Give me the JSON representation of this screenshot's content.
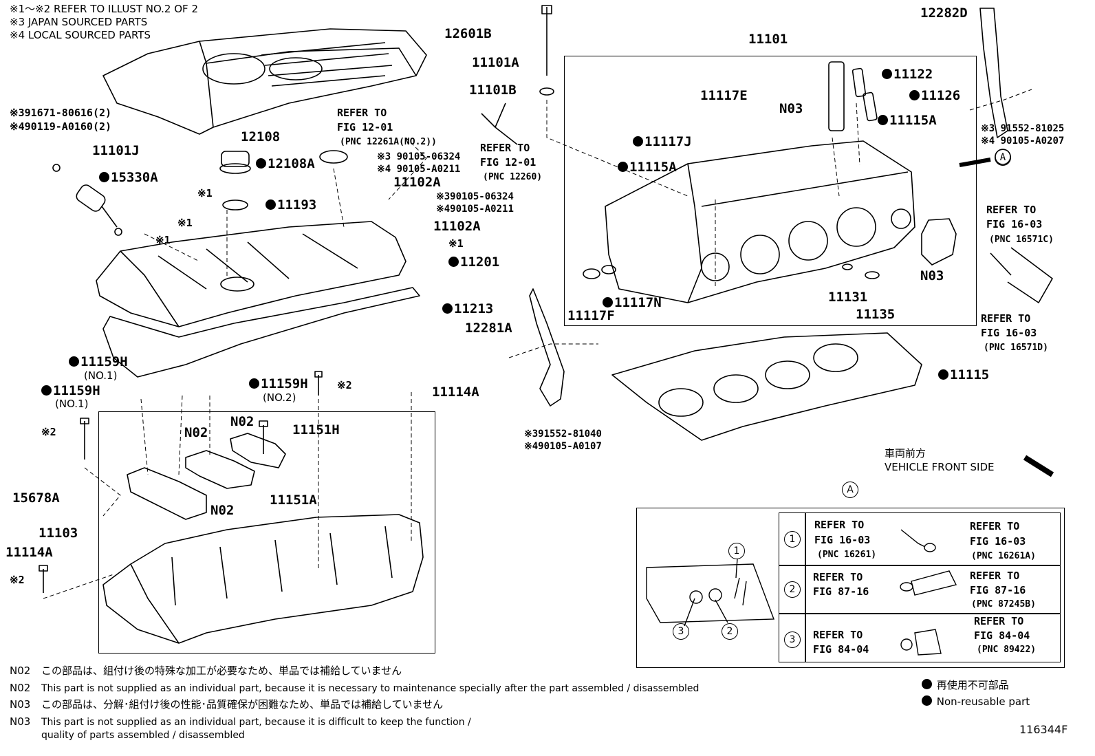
{
  "header_notes": [
    "※1～※2  REFER TO ILLUST NO.2 OF 2",
    "※3 JAPAN SOURCED PARTS",
    "※4 LOCAL SOURCED PARTS"
  ],
  "parts": {
    "p12601B": "12601B",
    "p12108": "12108",
    "p12108A": "12108A",
    "p11193": "11193",
    "p11101J": "11101J",
    "p15330A": "15330A",
    "p391671": "※391671-80616(2)",
    "p490119": "※490119-A0160(2)",
    "p11101A": "11101A",
    "p11101B": "11101B",
    "p11102A_1": "11102A",
    "p11102A_2": "11102A",
    "p390105_a": "※3 90105-06324",
    "p490105_a": "※4 90105-A0211",
    "p390105_b": "※390105-06324",
    "p490105_b": "※490105-A0211",
    "x1_a": "※1",
    "x1_b": "※1",
    "x1_c": "※1",
    "x1_d": "※1",
    "p11201": "11201",
    "p11213": "11213",
    "p11159H_1": "11159H",
    "p11159H_1n": "(NO.1)",
    "p11159H_2": "11159H",
    "p11159H_2n": "(NO.1)",
    "p11159H_3": "11159H",
    "p11159H_3n": "(NO.2)",
    "x2_a": "※2",
    "x2_b": "※2",
    "x2_c": "※2",
    "p11114A_1": "11114A",
    "p11114A_2": "11114A",
    "n02_a": "N02",
    "n02_b": "N02",
    "n02_c": "N02",
    "p11151H": "11151H",
    "p11151A": "11151A",
    "p15678A": "15678A",
    "p11103": "11103",
    "p11101": "11101",
    "p11122": "11122",
    "p11126": "11126",
    "p11117E": "11117E",
    "n03_a": "N03",
    "n03_b": "N03",
    "p11115A_1": "11115A",
    "p11115A_2": "11115A",
    "p11117J": "11117J",
    "p11117F": "11117F",
    "p11117N": "11117N",
    "p11131": "11131",
    "p11135": "11135",
    "p12282D": "12282D",
    "p391552_a": "※3 91552-81025",
    "p490105_c": "※4 90105-A0207",
    "p12281A": "12281A",
    "p391552_b": "※391552-81040",
    "p490105_d": "※490105-A0107",
    "p11115": "11115",
    "refA": "A"
  },
  "refs": {
    "fig1201_a_l1": "REFER TO",
    "fig1201_a_l2": "FIG 12-01",
    "fig1201_a_l3": "(PNC 12261A(NO.2))",
    "fig1201_b_l1": "REFER TO",
    "fig1201_b_l2": "FIG 12-01",
    "fig1201_b_l3": "(PNC 12260)",
    "fig1603_a_l1": "REFER TO",
    "fig1603_a_l2": "FIG 16-03",
    "fig1603_a_l3": "(PNC 16571C)",
    "fig1603_b_l1": "REFER TO",
    "fig1603_b_l2": "FIG 16-03",
    "fig1603_b_l3": "(PNC 16571D)"
  },
  "vehicle_front": {
    "jp": "車両前方",
    "en": "VEHICLE FRONT SIDE"
  },
  "inset": {
    "label": "A",
    "rows": [
      {
        "num": "1",
        "left_l1": "REFER TO",
        "left_l2": "FIG 16-03",
        "left_l3": "(PNC 16261)",
        "right_l1": "REFER TO",
        "right_l2": "FIG 16-03",
        "right_l3": "(PNC 16261A)"
      },
      {
        "num": "2",
        "left_l1": "REFER TO",
        "left_l2": "FIG 87-16",
        "left_l3": "",
        "right_l1": "REFER TO",
        "right_l2": "FIG 87-16",
        "right_l3": "(PNC 87245B)"
      },
      {
        "num": "3",
        "left_l1": "REFER TO",
        "left_l2": "FIG 84-04",
        "left_l3": "",
        "right_l1": "REFER TO",
        "right_l2": "FIG 84-04",
        "right_l3": "(PNC 89422)"
      }
    ],
    "pic_nums": [
      "1",
      "3",
      "2"
    ]
  },
  "legend": {
    "jp": "再使用不可部品",
    "en": "Non-reusable part"
  },
  "footnotes": [
    {
      "code": "N02",
      "text": "この部品は、組付け後の特殊な加工が必要なため、単品では補給していません"
    },
    {
      "code": "N02",
      "text": "This part is not supplied as an individual part, because it is necessary to maintenance specially after the part assembled / disassembled"
    },
    {
      "code": "N03",
      "text": "この部品は、分解･組付け後の性能･品質確保が困難なため、単品では補給していません"
    },
    {
      "code": "N03",
      "text": "This part is not supplied as an individual part, because it is difficult to keep the function /"
    },
    {
      "code": "",
      "text": "quality of parts  assembled / disassembled"
    }
  ],
  "figure_id": "116344F"
}
